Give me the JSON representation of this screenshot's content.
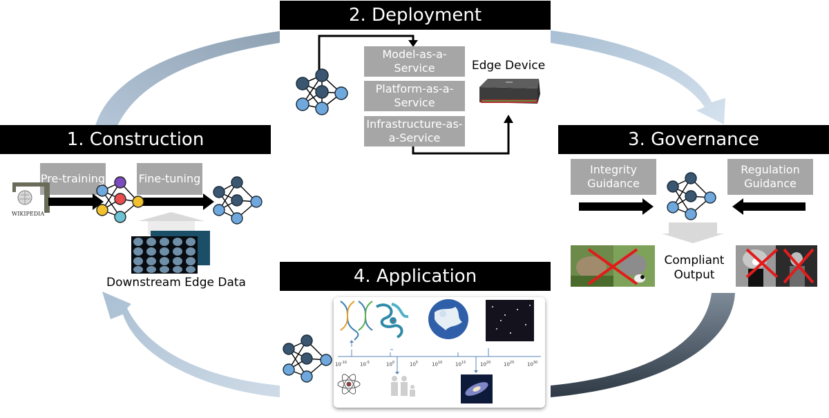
{
  "headers": {
    "deployment": "2. Deployment",
    "construction": "1. Construction",
    "governance": "3. Governance",
    "application": "4. Application"
  },
  "deployment": {
    "services": [
      "Model-as-a-Service",
      "Platform-as-a-Service",
      "Infrastructure-as-a-Service"
    ],
    "edge_device_label": "Edge Device"
  },
  "construction": {
    "pretraining_label": "Pre-training",
    "finetuning_label": "Fine-tuning",
    "wikipedia_logo": "Wikipedia",
    "downstream_label": "Downstream Edge Data"
  },
  "governance": {
    "integrity_label": "Integrity Guidance",
    "regulation_label": "Regulation Guidance",
    "compliant_label": "Compliant Output"
  },
  "application": {
    "scale_ticks": [
      "10-10",
      "10-5",
      "100",
      "105",
      "1010",
      "1015",
      "1020",
      "1025",
      "1030"
    ]
  },
  "colors": {
    "header_bg": "#000000",
    "service_box": "#a6a6a6",
    "node_dark": "#3a5670",
    "node_light": "#6fa8dc",
    "node_red": "#e84c4c",
    "node_purple": "#7b4bbf",
    "node_yellow": "#f2c12e",
    "node_teal": "#6cc3d5",
    "cycle_arrow": "#a9bfd3"
  },
  "icons": [
    "neural-network-icon",
    "edge-device-icon",
    "wikipedia-logo-icon",
    "mri-scan-icon",
    "dna-icon",
    "protein-icon",
    "earth-icon",
    "galaxy-icon",
    "atom-icon",
    "family-icon",
    "red-cross-icon"
  ]
}
